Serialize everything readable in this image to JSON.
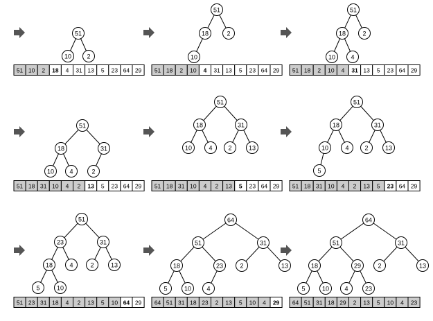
{
  "panels": [
    {
      "tree": [
        51,
        10,
        2
      ],
      "array": [
        51,
        10,
        2,
        18,
        4,
        31,
        13,
        5,
        23,
        64,
        29
      ],
      "heap_size": 3,
      "bold_index": 3
    },
    {
      "tree": [
        51,
        18,
        2,
        10
      ],
      "array": [
        51,
        18,
        2,
        10,
        4,
        31,
        13,
        5,
        23,
        64,
        29
      ],
      "heap_size": 4,
      "bold_index": 4
    },
    {
      "tree": [
        51,
        18,
        2,
        10,
        4
      ],
      "array": [
        51,
        18,
        2,
        10,
        4,
        31,
        13,
        5,
        23,
        64,
        29
      ],
      "heap_size": 5,
      "bold_index": 5
    },
    {
      "tree": [
        51,
        18,
        31,
        10,
        4,
        2
      ],
      "array": [
        51,
        18,
        31,
        10,
        4,
        2,
        13,
        5,
        23,
        64,
        29
      ],
      "heap_size": 6,
      "bold_index": 6
    },
    {
      "tree": [
        51,
        18,
        31,
        10,
        4,
        2,
        13
      ],
      "array": [
        51,
        18,
        31,
        10,
        4,
        2,
        13,
        5,
        23,
        64,
        29
      ],
      "heap_size": 7,
      "bold_index": 7
    },
    {
      "tree": [
        51,
        18,
        31,
        10,
        4,
        2,
        13,
        5
      ],
      "array": [
        51,
        18,
        31,
        10,
        4,
        2,
        13,
        5,
        23,
        64,
        29
      ],
      "heap_size": 8,
      "bold_index": 8
    },
    {
      "tree": [
        51,
        23,
        31,
        18,
        4,
        2,
        13,
        5,
        10
      ],
      "array": [
        51,
        23,
        31,
        18,
        4,
        2,
        13,
        5,
        10,
        64,
        29
      ],
      "heap_size": 9,
      "bold_index": 9
    },
    {
      "tree": [
        64,
        51,
        31,
        18,
        23,
        2,
        13,
        5,
        10,
        4
      ],
      "array": [
        64,
        51,
        31,
        18,
        23,
        2,
        13,
        5,
        10,
        4,
        29
      ],
      "heap_size": 10,
      "bold_index": 10
    },
    {
      "tree": [
        64,
        51,
        31,
        18,
        29,
        2,
        13,
        5,
        10,
        4,
        23
      ],
      "array": [
        64,
        51,
        31,
        18,
        29,
        2,
        13,
        5,
        10,
        4,
        23
      ],
      "heap_size": 11,
      "bold_index": null
    }
  ],
  "colors": {
    "heap_cell": "#cccccc",
    "free_cell": "#ffffff",
    "stroke": "#000000",
    "arrow": "#555555"
  }
}
